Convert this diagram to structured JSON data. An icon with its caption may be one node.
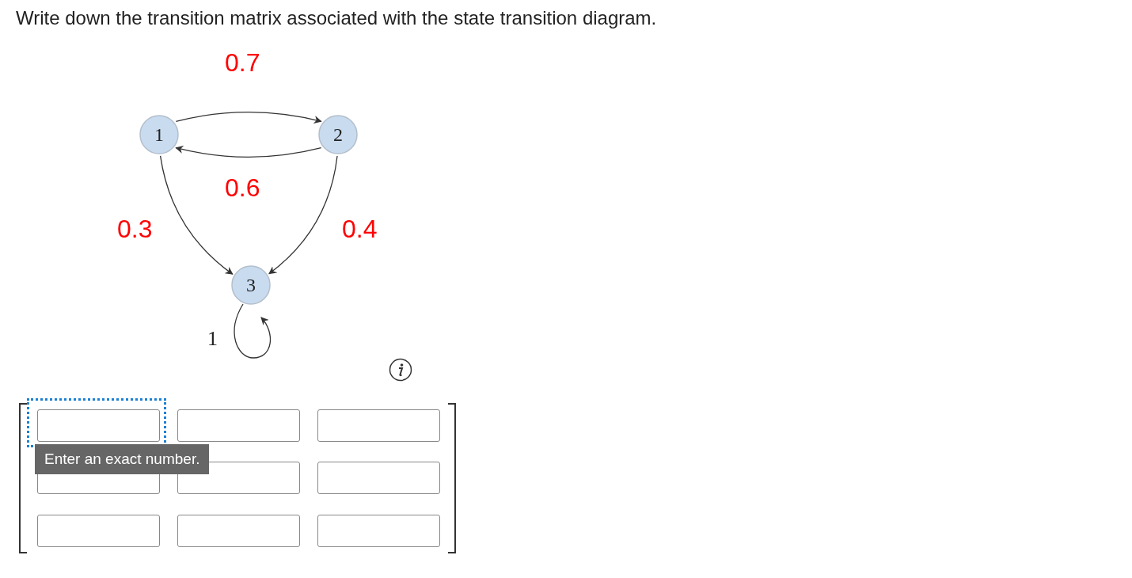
{
  "diagram": {
    "title": "Write down the transition matrix associated with the state transition diagram.",
    "nodes": [
      {
        "text": [
          "1"
        ]
      },
      {
        "text": [
          "2"
        ]
      },
      {
        "text": [
          "3"
        ]
      }
    ],
    "edges": [
      {
        "from": 0,
        "to": 1,
        "arrow": "to",
        "label": "0.7"
      },
      {
        "from": 1,
        "to": 0,
        "arrow": "to",
        "label": "0.6"
      },
      {
        "from": 0,
        "to": 2,
        "arrow": "to",
        "label": "0.3"
      },
      {
        "from": 1,
        "to": 2,
        "arrow": "to",
        "label": "0.4"
      },
      {
        "from": 2,
        "to": 2,
        "arrow": "to",
        "label": "1"
      }
    ],
    "labels": [
      "Enter an exact number."
    ]
  }
}
